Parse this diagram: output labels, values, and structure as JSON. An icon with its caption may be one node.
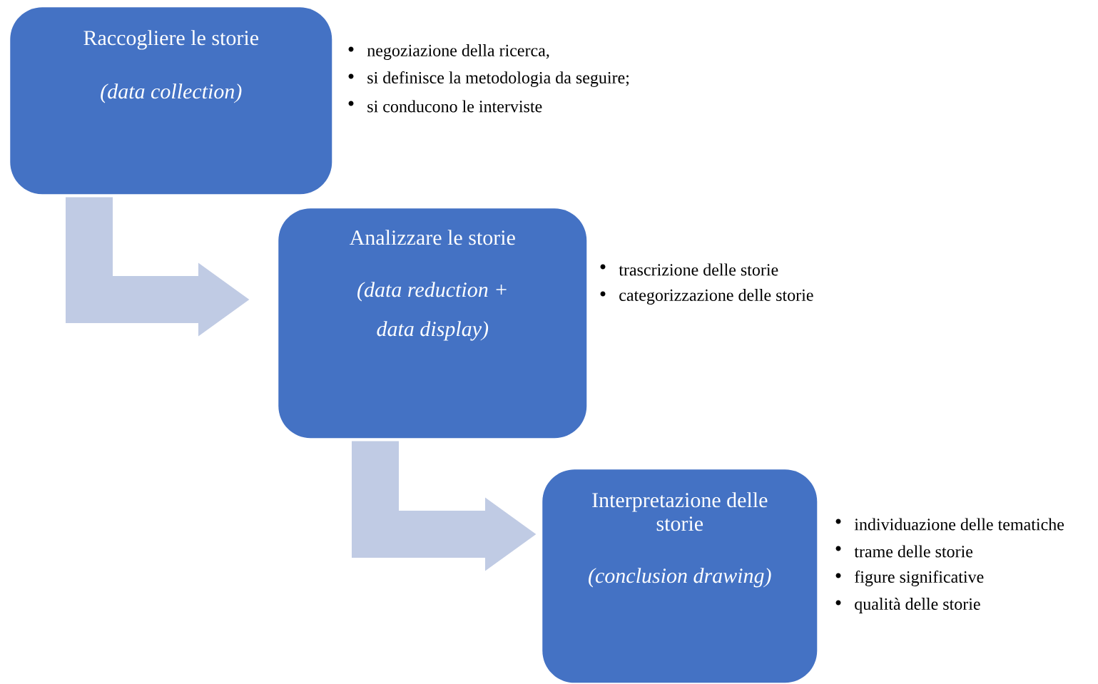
{
  "diagram": {
    "nodes": [
      {
        "text": [
          "Raccogliere le storie",
          "(data collection)"
        ],
        "beside": [
          "negoziazione della ricerca,",
          "si definisce la metodologia da seguire;",
          "si conducono le interviste"
        ]
      },
      {
        "text": [
          "Analizzare le storie",
          "(data reduction + data display)"
        ],
        "beside": [
          "trascrizione delle storie",
          "categorizzazione delle storie"
        ]
      },
      {
        "text": [
          "Interpretazione delle storie",
          "(conclusion drawing)"
        ],
        "beside": [
          "individuazione delle tematiche",
          "trame delle storie",
          "figure significative",
          "qualità delle storie"
        ]
      }
    ],
    "edges": [
      {
        "from": 0,
        "to": 1,
        "arrow": "to"
      },
      {
        "from": 1,
        "to": 2,
        "arrow": "to"
      }
    ]
  }
}
